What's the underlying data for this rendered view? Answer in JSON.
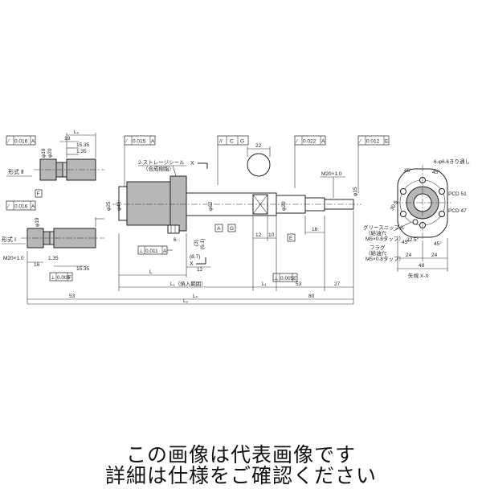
{
  "captions": {
    "line1": "この画像は代表画像です",
    "line2": "詳細は仕様をご確認ください"
  },
  "tolerances": {
    "t_0016_A": "0.016",
    "t_0015_A": "0.015",
    "t_0022_A": "0.022",
    "t_0012_E": "0.012",
    "t_0011_A": "0.011",
    "t_0005_F": "0.005",
    "t_0005_E": "0.005",
    "parallel": "//",
    "c_letter": "C",
    "g_letter": "G",
    "a_letter": "A",
    "e_letter": "E",
    "f_letter": "F"
  },
  "labels": {
    "form2": "形式 Ⅱ",
    "form1": "形式 Ⅰ",
    "seal": "2-ストレージシール",
    "seal_sub": "（合成樹脂）",
    "x_mark": "X",
    "m20": "M20×1.0",
    "grease": "グリースニップル",
    "grease_sub1": "（給油穴",
    "grease_sub2": "M5×0.8タップ）",
    "flange": "フラグ",
    "flange_sub1": "（給油穴",
    "flange_sub2": "M5×0.8タップ）",
    "view": "矢視 X-X",
    "holes": "6-φ6.6きり通し",
    "pcd51": "PCD 51",
    "pcd47": "PCD 47",
    "ang45": "45°",
    "ang225": "22.5°",
    "ang305": "30.5",
    "thread_range": "L₁（焼入範囲）"
  },
  "dims": {
    "d19": "19",
    "dL0": "L₀",
    "d15_35": "15.35",
    "d1_35": "1.35",
    "d16": "16",
    "d_phi20": "φ20",
    "d_phi19": "φ19",
    "d22": "22",
    "d12": "12",
    "d10": "10",
    "d53": "53",
    "d27": "27",
    "d80": "80",
    "dL": "L",
    "dL1": "L₁",
    "dLs": "Lₛ",
    "dLo": "Lₒ",
    "d_phi25": "φ25",
    "d_phi40": "φ40",
    "d_phi62": "φ62",
    "d_phi15": "φ15",
    "d6": "6",
    "d3": "(3)",
    "d6_1": "(6.1)",
    "d8_7": "(8.7)",
    "d48": "48",
    "d24": "24",
    "d24b": "24",
    "d12b": "12"
  }
}
